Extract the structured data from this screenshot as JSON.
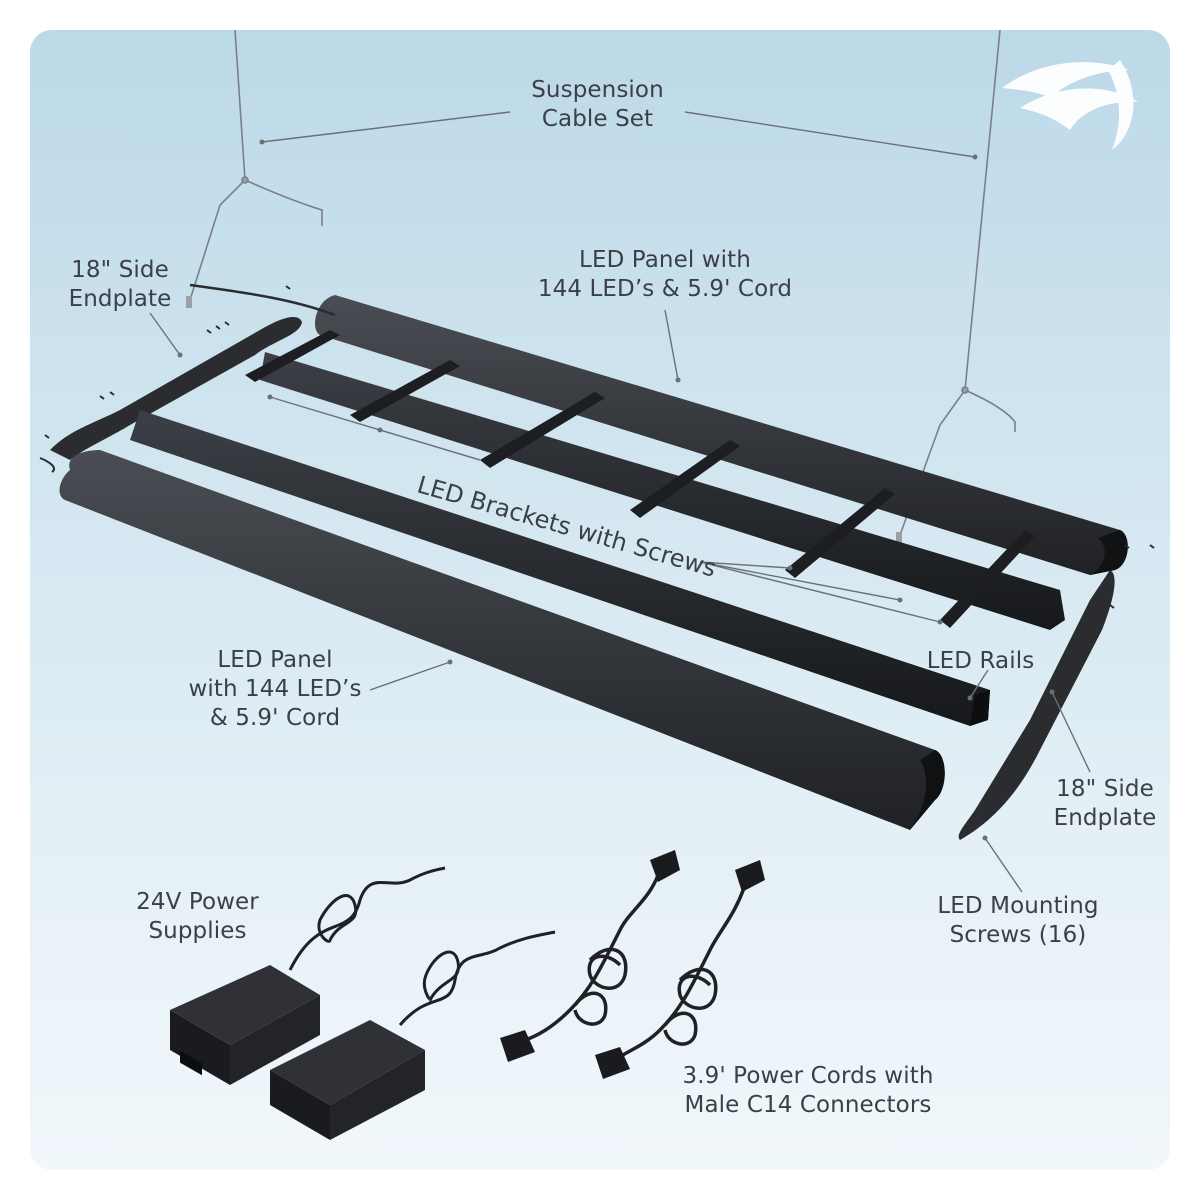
{
  "labels": {
    "suspension": [
      "Suspension",
      "Cable Set"
    ],
    "panel_top": [
      "LED Panel with",
      "144 LED’s & 5.9' Cord"
    ],
    "endplate_left": [
      "18\" Side",
      "Endplate"
    ],
    "brackets": "LED Brackets with Screws",
    "panel_bottom": [
      "LED Panel",
      "with 144 LED’s",
      "& 5.9' Cord"
    ],
    "rails": "LED Rails",
    "endplate_right": [
      "18\" Side",
      "Endplate"
    ],
    "screws": [
      "LED Mounting",
      "Screws (16)"
    ],
    "power_supplies": [
      "24V Power",
      "Supplies"
    ],
    "power_cords": [
      "3.9' Power Cords with",
      "Male C14 Connectors"
    ]
  },
  "colors": {
    "background_top": "#bcd9e8",
    "background_bottom": "#f1f7fb",
    "text": "#3b3f46",
    "hardware": "#2a2c30",
    "leader_line": "#6b7078",
    "logo": "#ffffff"
  },
  "icons": {
    "logo": "wave-logo-icon"
  }
}
